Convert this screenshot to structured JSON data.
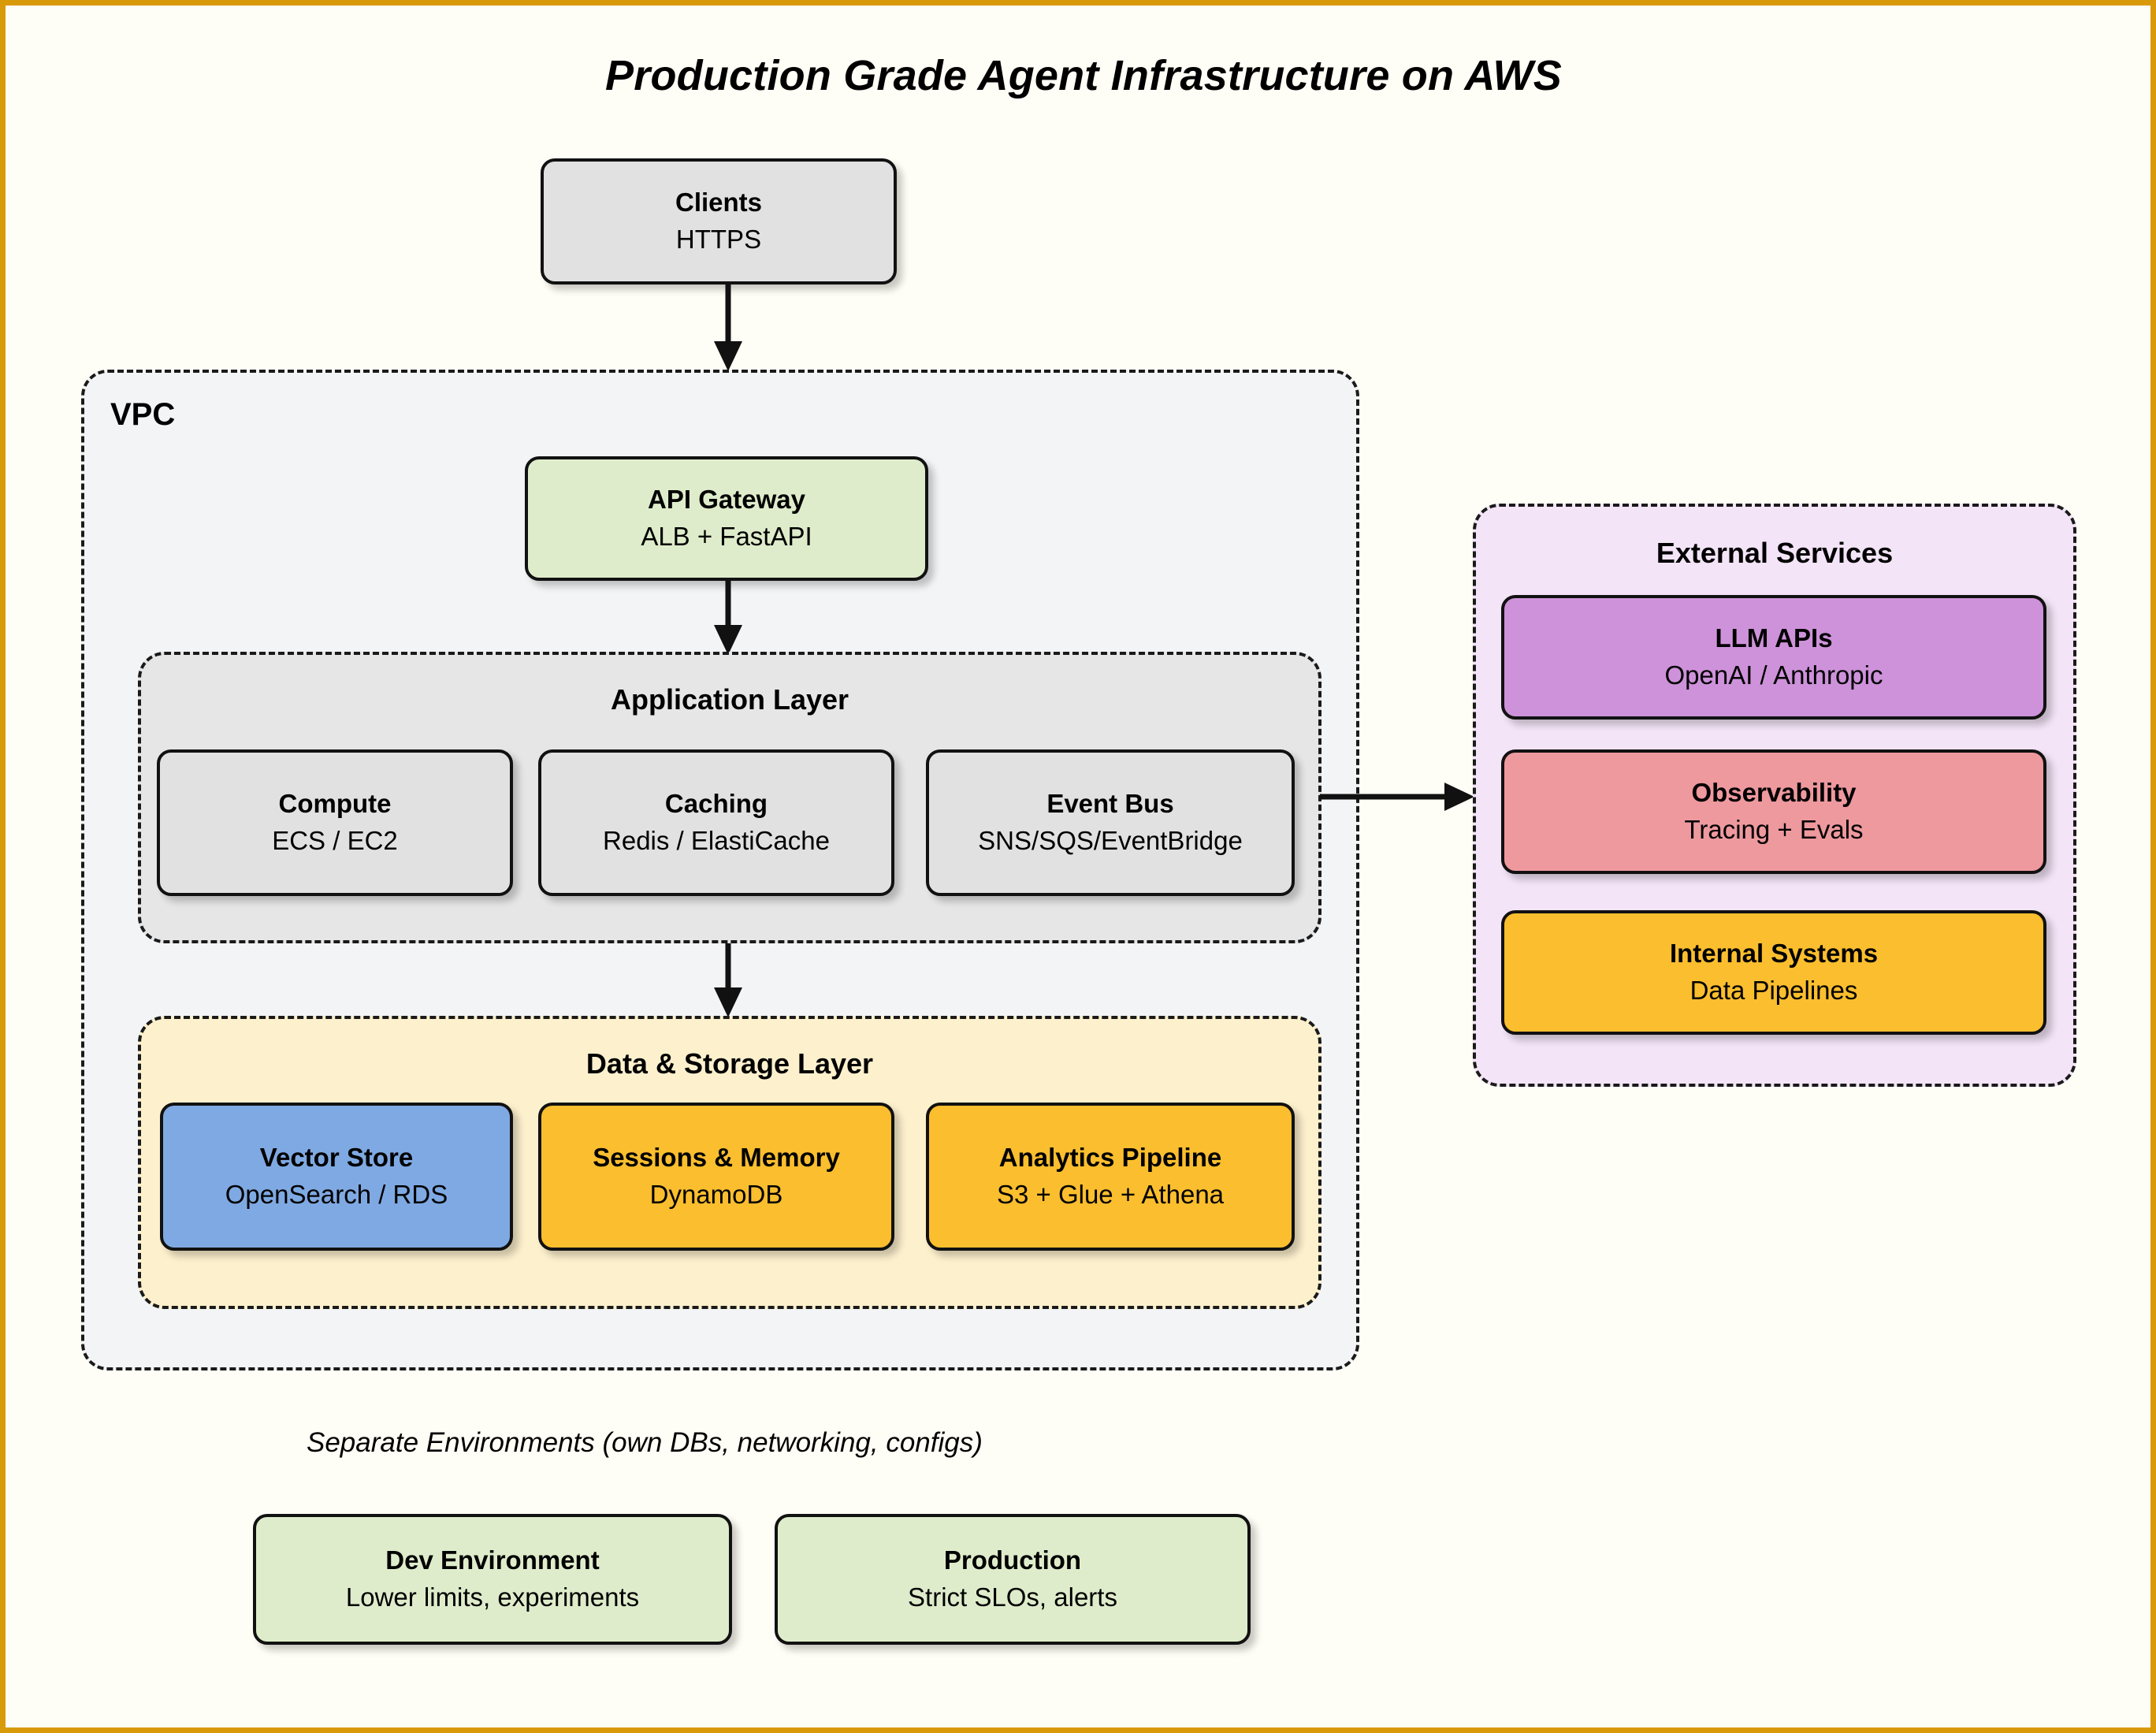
{
  "title": "Production Grade Agent Infrastructure on AWS",
  "theme": {
    "page_background": "#fffef6",
    "frame_border": "#d99a09",
    "vpc_fill": "#f2f4f6",
    "app_layer_fill": "#e6e6e6",
    "data_layer_fill": "#fdf0cd",
    "external_fill": "#f3e4f7",
    "grey_node": "#e1e1e1",
    "green_node": "#dfeccb",
    "blue_node": "#7fa9e2",
    "orange_node": "#fbbe2e",
    "purple_node": "#ce92da",
    "salmon_node": "#ee999e",
    "stroke": "#111111"
  },
  "nodes": {
    "clients": {
      "title": "Clients",
      "sub": "HTTPS"
    },
    "api_gateway": {
      "title": "API Gateway",
      "sub": "ALB + FastAPI"
    },
    "compute": {
      "title": "Compute",
      "sub": "ECS / EC2"
    },
    "caching": {
      "title": "Caching",
      "sub": "Redis / ElastiCache"
    },
    "event_bus": {
      "title": "Event Bus",
      "sub": "SNS/SQS/EventBridge"
    },
    "vector_store": {
      "title": "Vector Store",
      "sub": "OpenSearch / RDS"
    },
    "sessions": {
      "title": "Sessions & Memory",
      "sub": "DynamoDB"
    },
    "analytics": {
      "title": "Analytics Pipeline",
      "sub": "S3 + Glue + Athena"
    },
    "llm_apis": {
      "title": "LLM APIs",
      "sub": "OpenAI / Anthropic"
    },
    "observability": {
      "title": "Observability",
      "sub": "Tracing + Evals"
    },
    "internal_sys": {
      "title": "Internal Systems",
      "sub": "Data Pipelines"
    },
    "dev_env": {
      "title": "Dev Environment",
      "sub": "Lower limits, experiments"
    },
    "production": {
      "title": "Production",
      "sub": "Strict SLOs, alerts"
    }
  },
  "groups": {
    "vpc": {
      "label": "VPC"
    },
    "app_layer": {
      "label": "Application Layer"
    },
    "data_layer": {
      "label": "Data & Storage Layer"
    },
    "external": {
      "label": "External Services"
    }
  },
  "captions": {
    "environments": "Separate Environments (own DBs, networking, configs)"
  },
  "connections": [
    {
      "from": "clients",
      "to": "vpc",
      "direction": "down"
    },
    {
      "from": "api_gateway",
      "to": "app_layer",
      "direction": "down"
    },
    {
      "from": "app_layer",
      "to": "data_layer",
      "direction": "down"
    },
    {
      "from": "event_bus",
      "to": "external",
      "direction": "right"
    }
  ]
}
